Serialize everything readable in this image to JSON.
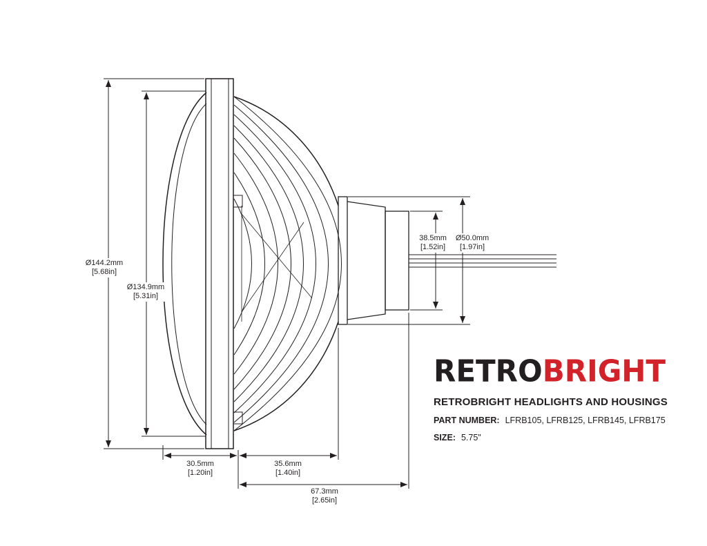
{
  "drawing": {
    "dimensions": {
      "outer_diameter": {
        "mm": "Ø144.2mm",
        "in": "[5.68in]"
      },
      "lens_diameter": {
        "mm": "Ø134.9mm",
        "in": "[5.31in]"
      },
      "plug_height": {
        "mm": "38.5mm",
        "in": "[1.52in]"
      },
      "rear_diameter": {
        "mm": "Ø50.0mm",
        "in": "[1.97in]"
      },
      "lens_depth": {
        "mm": "30.5mm",
        "in": "[1.20in]"
      },
      "body_depth": {
        "mm": "35.6mm",
        "in": "[1.40in]"
      },
      "total_depth": {
        "mm": "67.3mm",
        "in": "[2.65in]"
      }
    }
  },
  "branding": {
    "logo_retro": "RETRO",
    "logo_bright": "BRIGHT",
    "product_title": "RETROBRIGHT HEADLIGHTS AND HOUSINGS",
    "part_number_label": "PART NUMBER:",
    "part_numbers": "LFRB105, LFRB125, LFRB145, LFRB175",
    "size_label": "SIZE:",
    "size_value": "5.75\""
  },
  "colors": {
    "line": "#231f20",
    "accent_red": "#d2232a",
    "background": "#ffffff"
  }
}
